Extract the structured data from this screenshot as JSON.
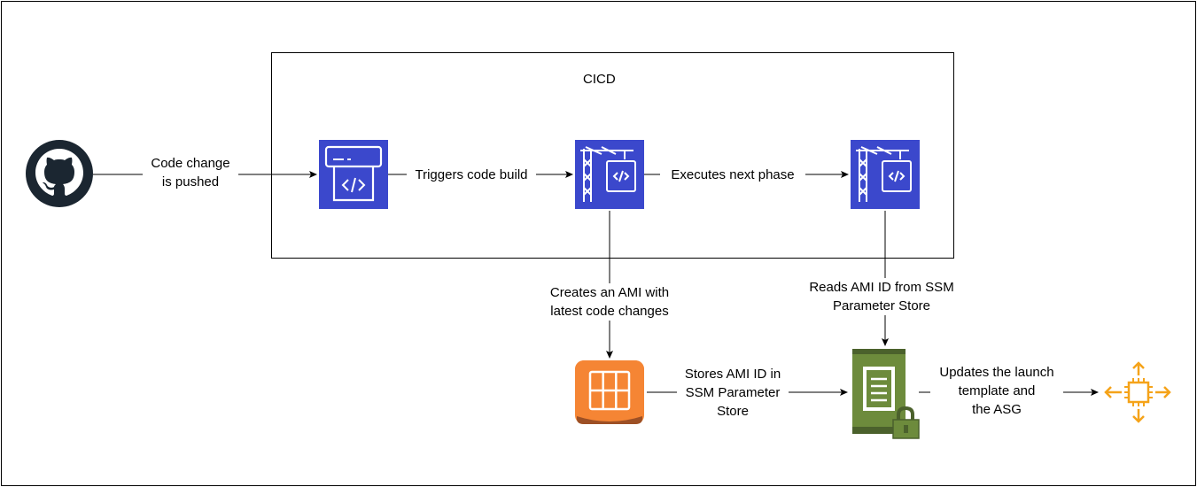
{
  "cicd": {
    "title": "CICD"
  },
  "edges": {
    "push": [
      "Code change",
      "is pushed"
    ],
    "trigger": [
      "Triggers code build"
    ],
    "next_phase": [
      "Executes next phase"
    ],
    "create_ami": [
      "Creates an AMI with",
      "latest code changes"
    ],
    "read_ami": [
      "Reads AMI ID from SSM",
      "Parameter Store"
    ],
    "store_ami": [
      "Stores AMI ID in",
      "SSM Parameter",
      "Store"
    ],
    "update_lt": [
      "Updates the launch",
      "template and",
      "the ASG"
    ]
  },
  "colors": {
    "aws_blue": "#3b48cc",
    "orange": "#f58534",
    "green": "#6d8b3c",
    "asg_orange": "#f5a319",
    "github_dark": "#1b2631"
  },
  "icons": {
    "source": "github-icon",
    "pipeline": "codepipeline-icon",
    "build": "codebuild-icon",
    "deploy": "codebuild-icon",
    "ami": "ami-icon",
    "ssm": "ssm-parameter-store-icon",
    "asg": "auto-scaling-group-icon"
  }
}
